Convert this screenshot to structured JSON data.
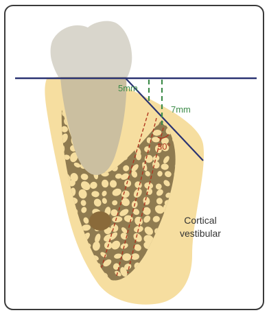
{
  "labels": {
    "depth_short": "5mm",
    "depth_long": "7mm",
    "angle": "30°",
    "region_line1": "Cortical",
    "region_line2": "vestibular"
  },
  "colors": {
    "frame": "#3a3a3a",
    "bone": "#f6dea0",
    "tooth": "#cbbfa0",
    "crown": "#d9d6cc",
    "trabeculae": "#8f7b50",
    "reference_line": "#2a3372",
    "measure_green": "#3e8c4a",
    "angle_red": "#b0361f",
    "text": "#333333"
  }
}
